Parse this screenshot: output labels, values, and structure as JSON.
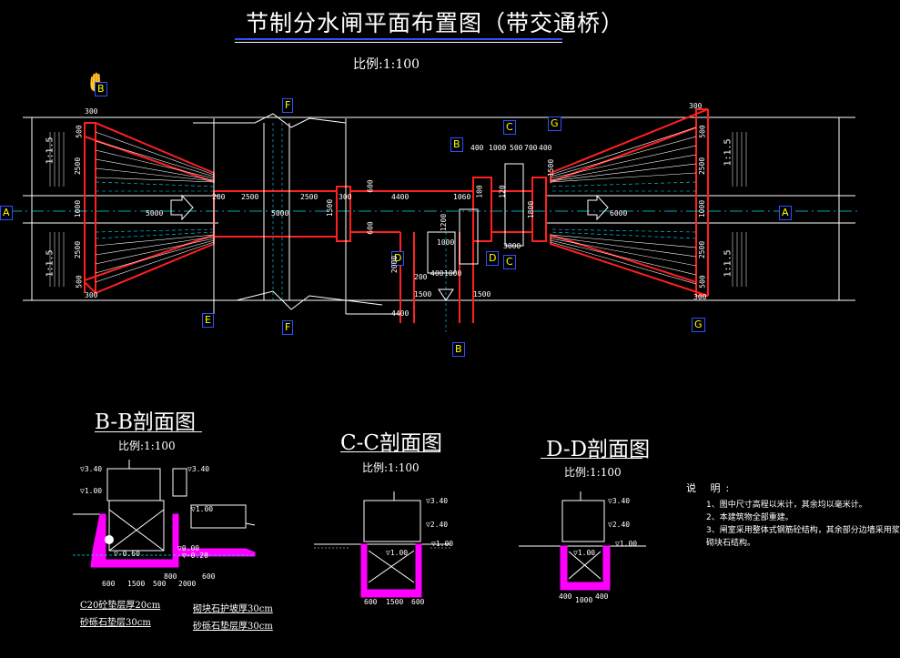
{
  "drawing": {
    "title": "节制分水闸平面布置图（带交通桥）",
    "scale": "比例:1:100"
  },
  "section_markers": {
    "A_left": "A",
    "A_right": "A",
    "B_top": "B",
    "B_bottom": "B",
    "B_corner": "B",
    "C_top": "C",
    "C_bottom": "C",
    "D_left": "D",
    "D_right": "D",
    "E": "E",
    "F_top": "F",
    "F_bottom": "F",
    "G_top": "G",
    "G_bottom": "G"
  },
  "plan_dimensions": {
    "d300_tl": "300",
    "d500_tl": "500",
    "d2500_l": "2500",
    "d1000_l": "1000",
    "d2500_l2": "2500",
    "d500_bl": "500",
    "d300_bl": "300",
    "slope_l1": "1:1.5",
    "slope_l2": "1:1.5",
    "slope_r1": "1:1.5",
    "slope_r2": "1:1.5",
    "d5000_a": "5000",
    "d200": "200",
    "d2500_m": "2500",
    "d2500_m2": "2500",
    "d5000_b": "5000",
    "d300_m": "300",
    "d4400_top": "4400",
    "d1060": "1060",
    "d600_1": "600",
    "d600_2": "600",
    "d1500_m": "1500",
    "d400_r": "400",
    "d1000_r": "1000",
    "d500_r": "500",
    "d700": "700",
    "d400_r2": "400",
    "d6000": "6000",
    "d1500_r": "1500",
    "d3000": "3000",
    "d1000_v": "1000",
    "d200_v": "200",
    "d1500_b1": "1500",
    "d1500_b2": "1500",
    "d4400_bot": "4400",
    "d400_b": "400",
    "d1000_b": "1000",
    "d300_r": "300",
    "d500_r2": "500",
    "d2500_r": "2500",
    "d1000_rr": "1000",
    "d2500_r2": "2500",
    "d500_r3": "500",
    "d300_r3": "300",
    "d100": "100",
    "d1200": "1200",
    "d120": "120",
    "d1800": "1800",
    "d2000": "2000"
  },
  "section_bb": {
    "title": "B-B剖面图",
    "scale": "比例:1:100",
    "elev": [
      "▽3.40",
      "▽3.40",
      "▽1.00",
      "▽1.00",
      "▽0.00",
      "▽-0.20",
      "▽-0.60"
    ],
    "dims": [
      "600",
      "1500",
      "500",
      "2000",
      "800",
      "600"
    ],
    "legend1": "C20砼垫层厚20cm",
    "legend2": "砂砾石垫层30cm",
    "legend3": "砌块石护坡厚30cm",
    "legend4": "砂砾石垫层厚30cm"
  },
  "section_cc": {
    "title": "C-C剖面图",
    "scale": "比例:1:100",
    "elev": [
      "▽3.40",
      "▽2.40",
      "▽1.00",
      "▽1.00"
    ],
    "dims": [
      "600",
      "1500",
      "600"
    ]
  },
  "section_dd": {
    "title": "D-D剖面图",
    "scale": "比例:1:100",
    "elev": [
      "▽3.40",
      "▽2.40",
      "▽1.00",
      "▽1.00"
    ],
    "dims": [
      "400",
      "1000",
      "400"
    ]
  },
  "notes": {
    "heading": "说 明:",
    "items": [
      "1、图中尺寸高程以米计，其余均以毫米计。",
      "2、本建筑物全部重建。",
      "3、闸室采用整体式钢筋砼结构，其余部分边墙采用浆",
      "    砌块石结构。"
    ]
  },
  "colors": {
    "background": "#000000",
    "wall": "#ff2020",
    "structure": "#ffffff",
    "axis": "#00e0ff",
    "marker_text": "#ffff00",
    "marker_box": "#3050ff",
    "fill": "#ff00ff",
    "title_line": "#3050ff"
  }
}
